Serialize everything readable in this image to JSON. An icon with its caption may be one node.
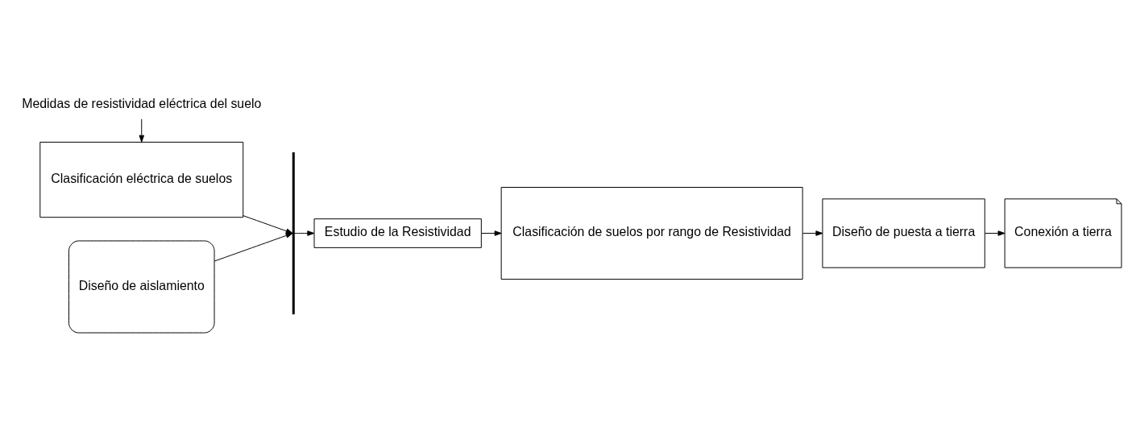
{
  "diagram": {
    "nodes": [
      {
        "text": [
          "Medidas de resistividad eléctrica del suelo"
        ]
      },
      {
        "text": [
          "Clasificación eléctrica de suelos"
        ]
      },
      {
        "text": [
          "Diseño de aislamiento"
        ]
      },
      {
        "text": [],
        "shape": "bar"
      },
      {
        "text": [
          "Estudio de la Resistividad"
        ]
      },
      {
        "text": [
          "Clasificación de suelos por rango de Resistividad"
        ]
      },
      {
        "text": [
          "Diseño de puesta a tierra"
        ]
      },
      {
        "text": [
          "Conexión a tierra"
        ]
      }
    ],
    "edges": [
      {
        "from": 0,
        "to": 1,
        "arrow": "to"
      },
      {
        "from": 1,
        "to": 3,
        "arrow": "to"
      },
      {
        "from": 2,
        "to": 3,
        "arrow": "to"
      },
      {
        "from": 3,
        "to": 4,
        "arrow": "to"
      },
      {
        "from": 4,
        "to": 5,
        "arrow": "to"
      },
      {
        "from": 5,
        "to": 6,
        "arrow": "to"
      },
      {
        "from": 6,
        "to": 7,
        "arrow": "to"
      }
    ]
  }
}
